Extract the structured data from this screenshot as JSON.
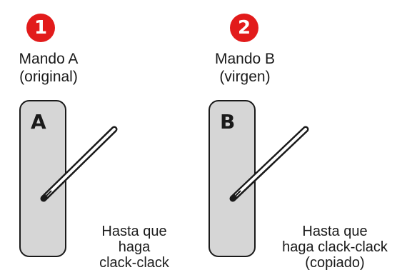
{
  "colors": {
    "badge": "#e21b1b",
    "remote_fill": "#d6d6d6",
    "ink": "#1a1a1a"
  },
  "steps": [
    {
      "number": "1",
      "title_line1": "Mando A",
      "title_line2": "(original)",
      "remote_letter": "A",
      "caption_line1": "Hasta que",
      "caption_line2": "haga",
      "caption_line3": "clack-clack",
      "icon": "pen-icon"
    },
    {
      "number": "2",
      "title_line1": "Mando B",
      "title_line2": "(virgen)",
      "remote_letter": "B",
      "caption_line1": "Hasta que",
      "caption_line2": "haga clack-clack",
      "caption_line3": "(copiado)",
      "icon": "pen-icon"
    }
  ]
}
